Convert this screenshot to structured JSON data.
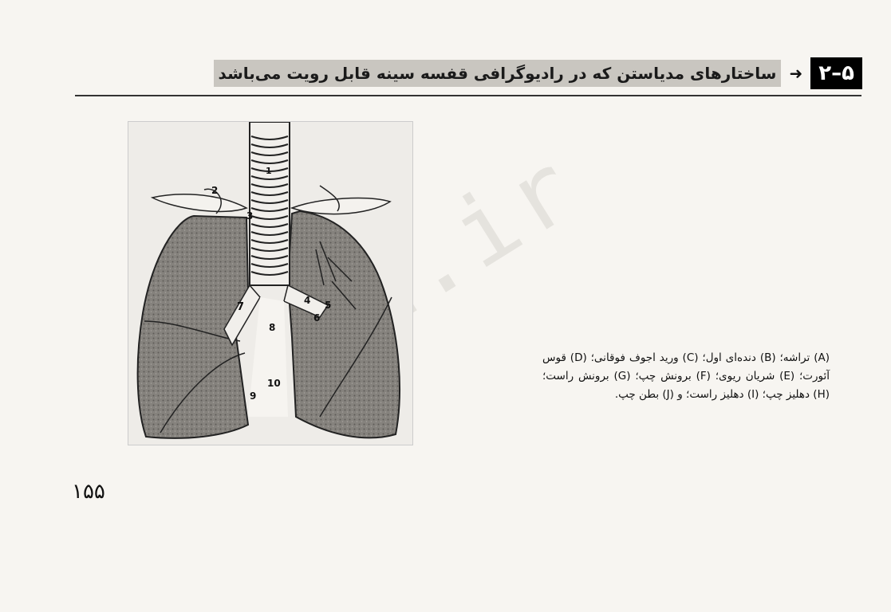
{
  "header": {
    "section_number": "۲–۵",
    "arrow": "➜",
    "title": "ساختارهای مدیاستن که در رادیوگرافی قفسه سینه قابل رویت می‌باشد"
  },
  "figure": {
    "labels": [
      "1",
      "2",
      "3",
      "4",
      "5",
      "6",
      "7",
      "8",
      "9",
      "10"
    ]
  },
  "caption": {
    "text": "(A) تراشه؛ (B) دنده‌ای اول؛ (C) ورید اجوف فوقانی؛ (D) قوس آئورت؛ (E) شریان ریوی؛ (F) برونش چپ؛ (G) برونش راست؛ (H) دهلیز چپ؛ (I) دهلیز راست؛ و (J) بطن چپ."
  },
  "page_number": "۱۵۵",
  "watermark": "H.ir",
  "colors": {
    "header_box": "#000000",
    "title_bg": "#c9c6c0",
    "lung_fill": "#7f7c78"
  }
}
